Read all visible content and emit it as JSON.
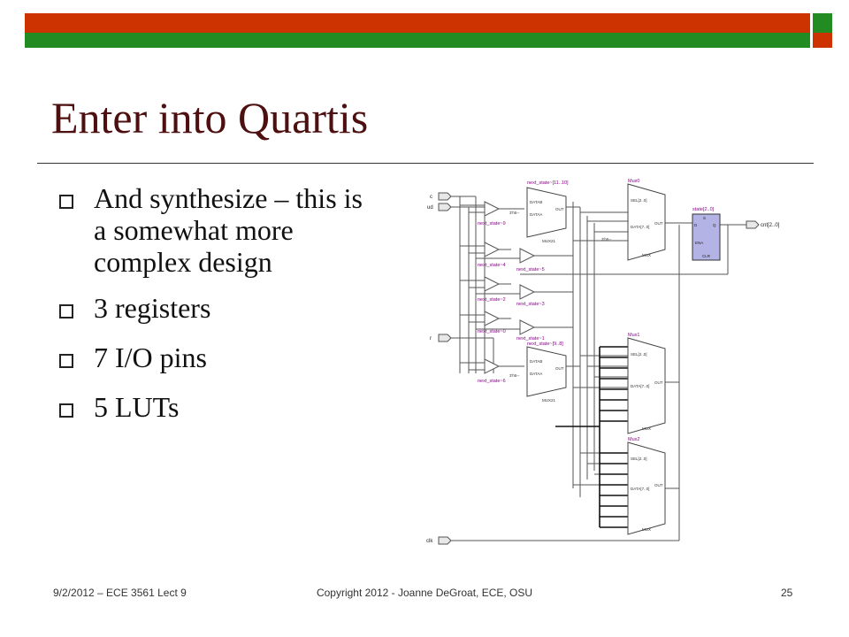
{
  "slide": {
    "title": "Enter into Quartis",
    "bullets": [
      "And synthesize – this is a somewhat more complex design",
      "3 registers",
      "7 I/O pins",
      "5 LUTs"
    ]
  },
  "diagram": {
    "inputs": [
      "c",
      "ud",
      "r",
      "clk"
    ],
    "signals": {
      "ns9": "next_state~9",
      "ns4": "next_state~4",
      "ns2": "next_state~2",
      "ns0": "next_state~0",
      "ns5": "next_state~5",
      "ns3": "next_state~3",
      "ns1": "next_state~1",
      "ns6": "next_state~6",
      "ns1110": "next_state~[11..10]",
      "ns98": "next_state~[9..8]"
    },
    "labels": {
      "mux21": "MUX21",
      "mux0": "Mux0",
      "mux1": "Mux1",
      "mux2": "Mux2",
      "mux": "MUX",
      "state": "state[2..0]",
      "output": "cnt[2..0]",
      "datab": "DATAB",
      "dataa": "DATAA",
      "out": "OUT",
      "sel": "SEL[2..0]",
      "data": "DATA[7..0]",
      "s": "S",
      "ena": "ENA",
      "clr": "CLR",
      "d": "D",
      "q": "Q",
      "k3": "3'h5--",
      "k3b": "3'h5--",
      "k3c": "3'h5--"
    }
  },
  "footer": {
    "left": "9/2/2012 – ECE 3561 Lect 9",
    "center": "Copyright 2012 - Joanne DeGroat, ECE, OSU",
    "page": "25"
  }
}
